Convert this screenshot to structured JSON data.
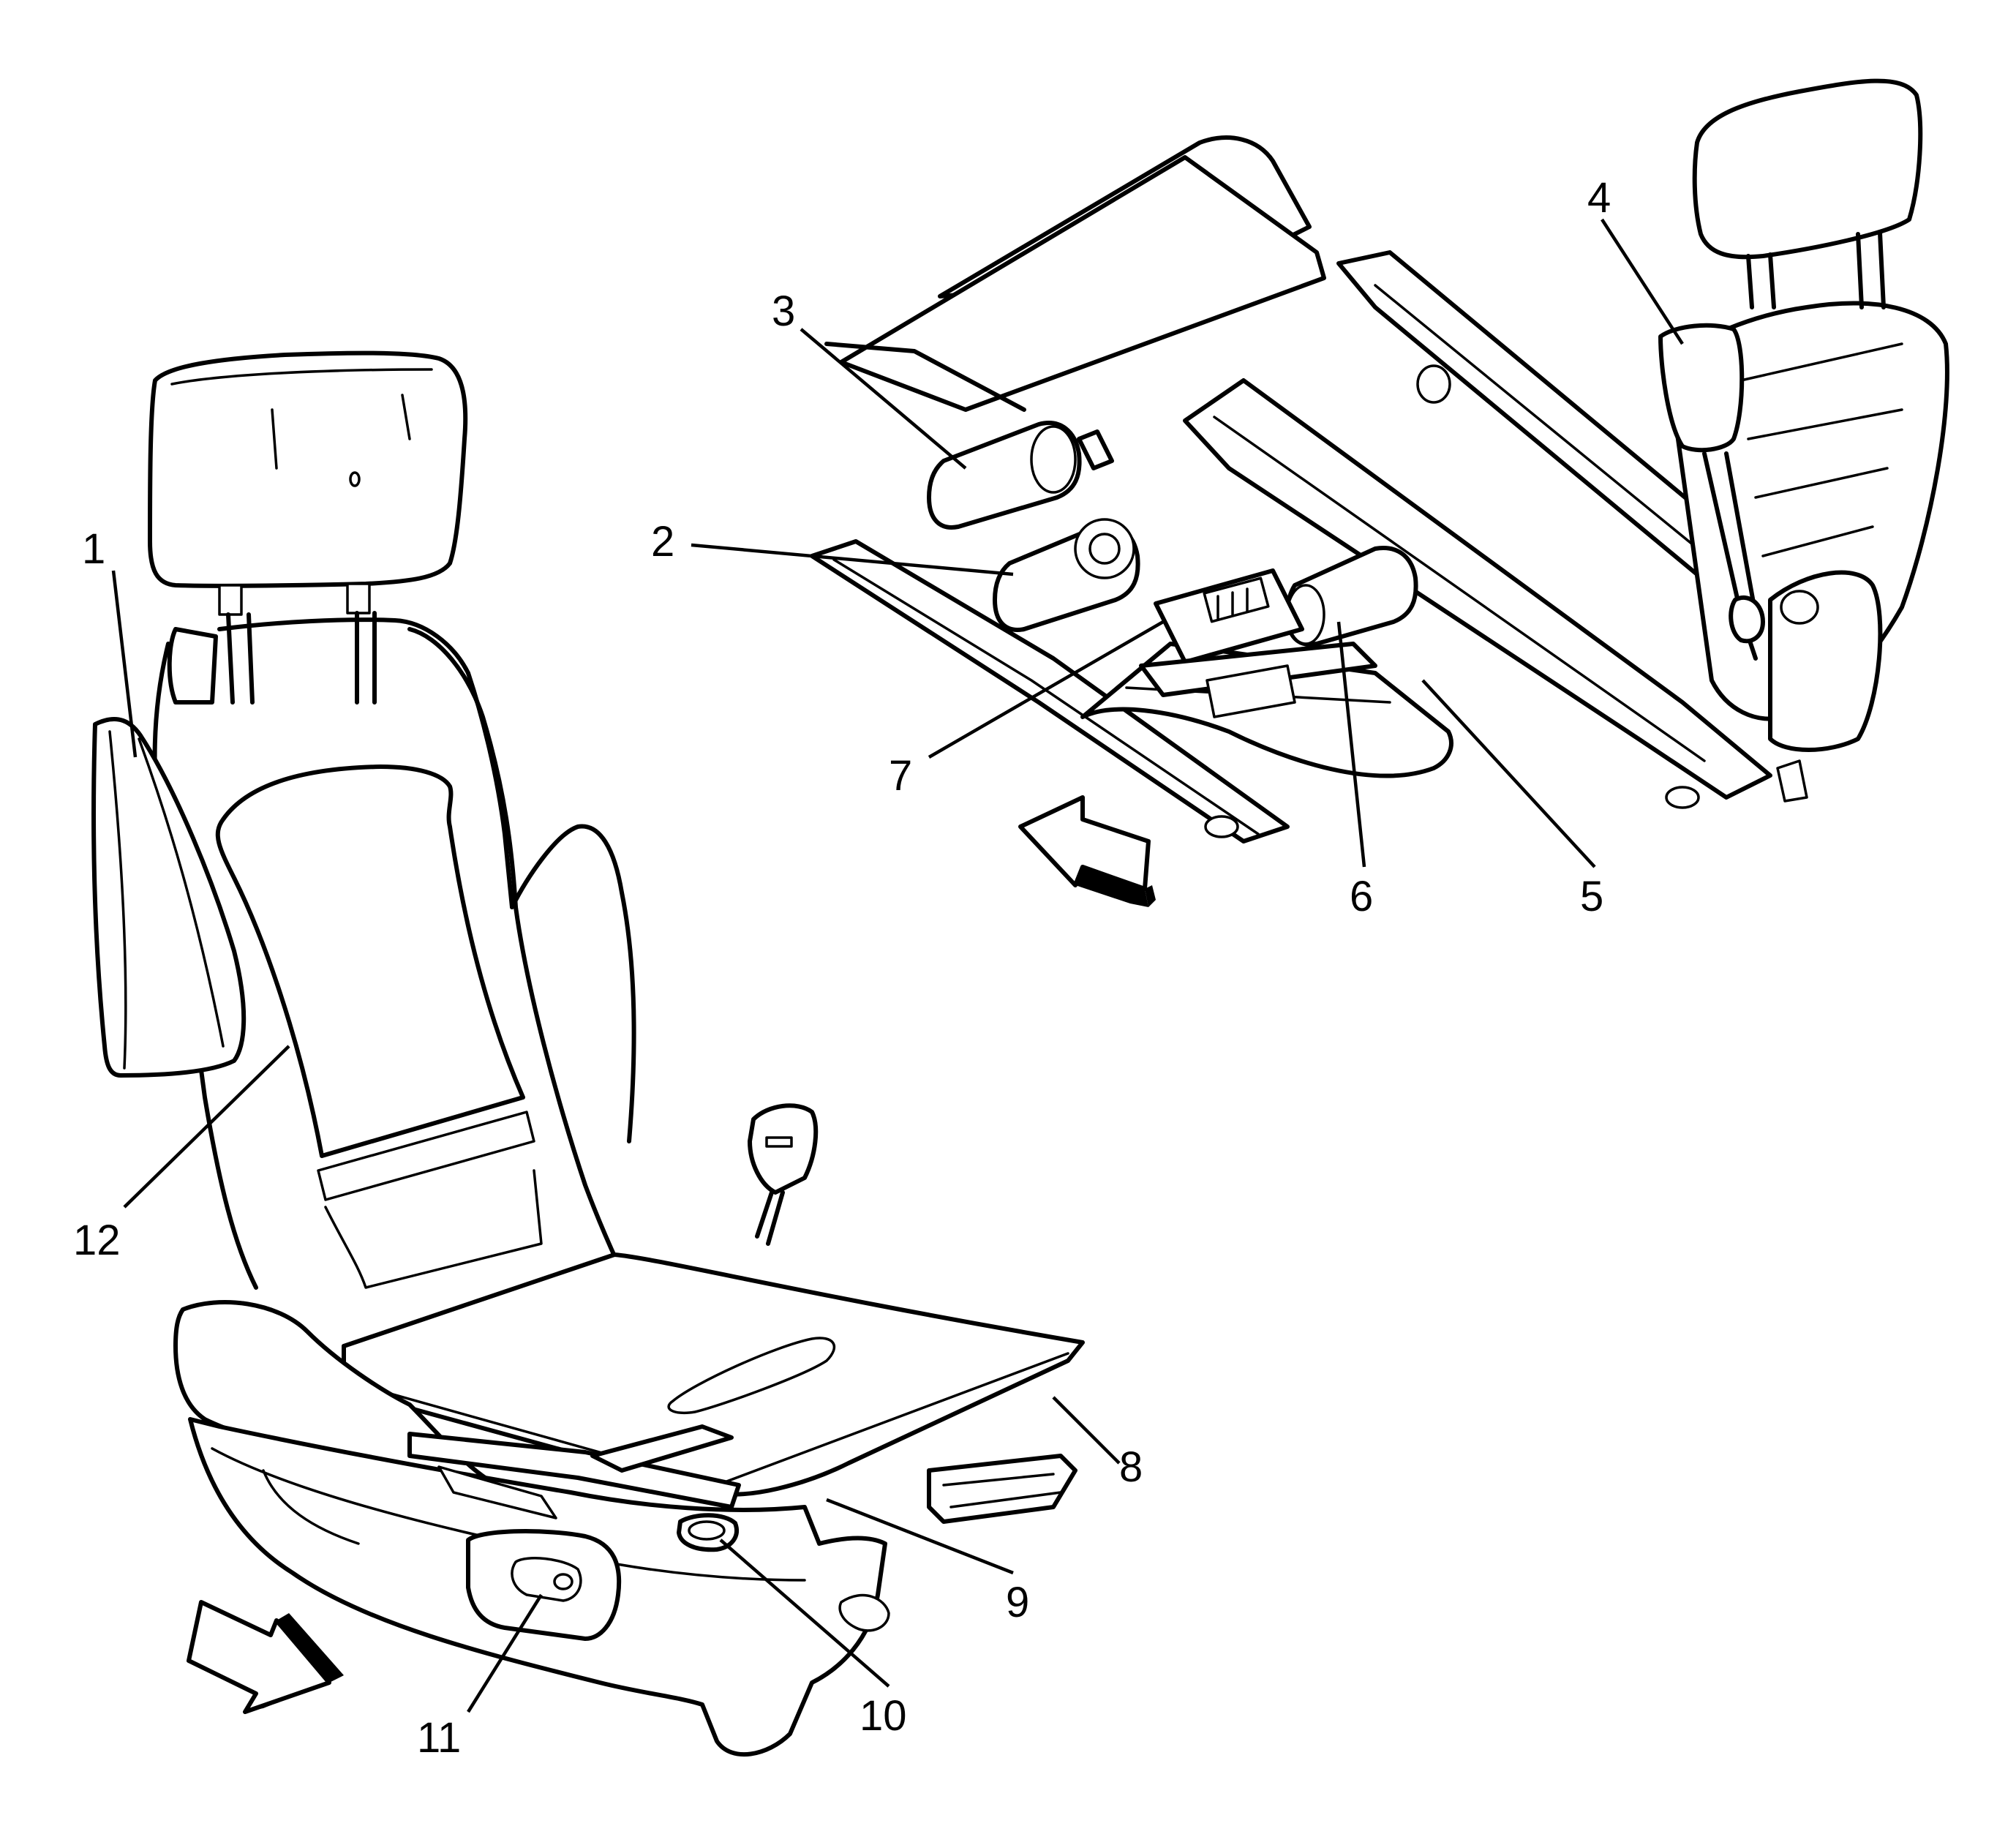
{
  "diagram": {
    "callouts": [
      {
        "id": "1",
        "label": "1"
      },
      {
        "id": "2",
        "label": "2"
      },
      {
        "id": "3",
        "label": "3"
      },
      {
        "id": "4",
        "label": "4"
      },
      {
        "id": "5",
        "label": "5"
      },
      {
        "id": "6",
        "label": "6"
      },
      {
        "id": "7",
        "label": "7"
      },
      {
        "id": "8",
        "label": "8"
      },
      {
        "id": "9",
        "label": "9"
      },
      {
        "id": "10",
        "label": "10"
      },
      {
        "id": "11",
        "label": "11"
      },
      {
        "id": "12",
        "label": "12"
      }
    ],
    "views": [
      {
        "name": "seat-front-view",
        "icon": "seat-assembly-icon"
      },
      {
        "name": "seat-underside-view",
        "icon": "seat-frame-icon"
      }
    ],
    "direction_arrows": [
      {
        "name": "front-view-arrow",
        "icon": "direction-arrow-icon"
      },
      {
        "name": "underside-view-arrow",
        "icon": "direction-arrow-icon"
      }
    ],
    "colors": {
      "line": "#000000",
      "background": "#ffffff"
    }
  }
}
